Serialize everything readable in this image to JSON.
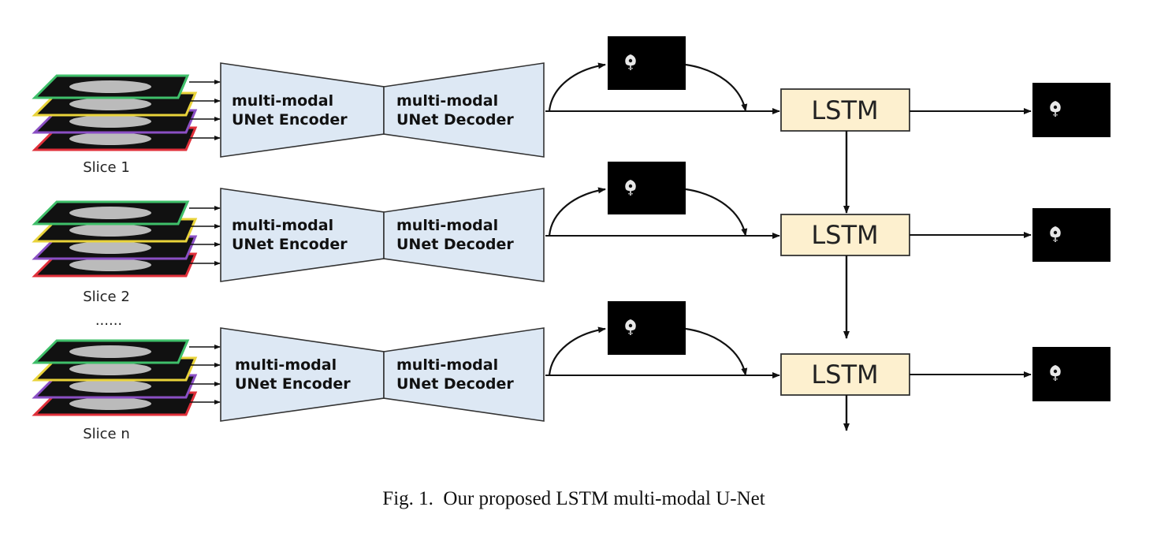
{
  "rows": [
    {
      "slice_label": "Slice 1",
      "encoder_line1": "multi-modal",
      "encoder_line2": "UNet Encoder",
      "decoder_line1": "multi-modal",
      "decoder_line2": "UNet Decoder",
      "lstm_label": "LSTM"
    },
    {
      "slice_label": "Slice 2",
      "encoder_line1": "multi-modal",
      "encoder_line2": "UNet Encoder",
      "decoder_line1": "multi-modal",
      "decoder_line2": "UNet Decoder",
      "lstm_label": "LSTM"
    },
    {
      "slice_label": "Slice n",
      "encoder_line1": "multi-modal",
      "encoder_line2": "UNet Encoder",
      "decoder_line1": "multi-modal",
      "decoder_line2": "UNet Decoder",
      "lstm_label": "LSTM"
    }
  ],
  "ellipsis": "......",
  "caption": "Fig. 1.  Our proposed LSTM multi-modal U-Net",
  "colors": {
    "unet_fill": "#dde8f4",
    "lstm_fill": "#fdf0cf",
    "modality_borders": [
      "#3fbf6a",
      "#e9d33a",
      "#8a4fc4",
      "#e0303a"
    ]
  }
}
